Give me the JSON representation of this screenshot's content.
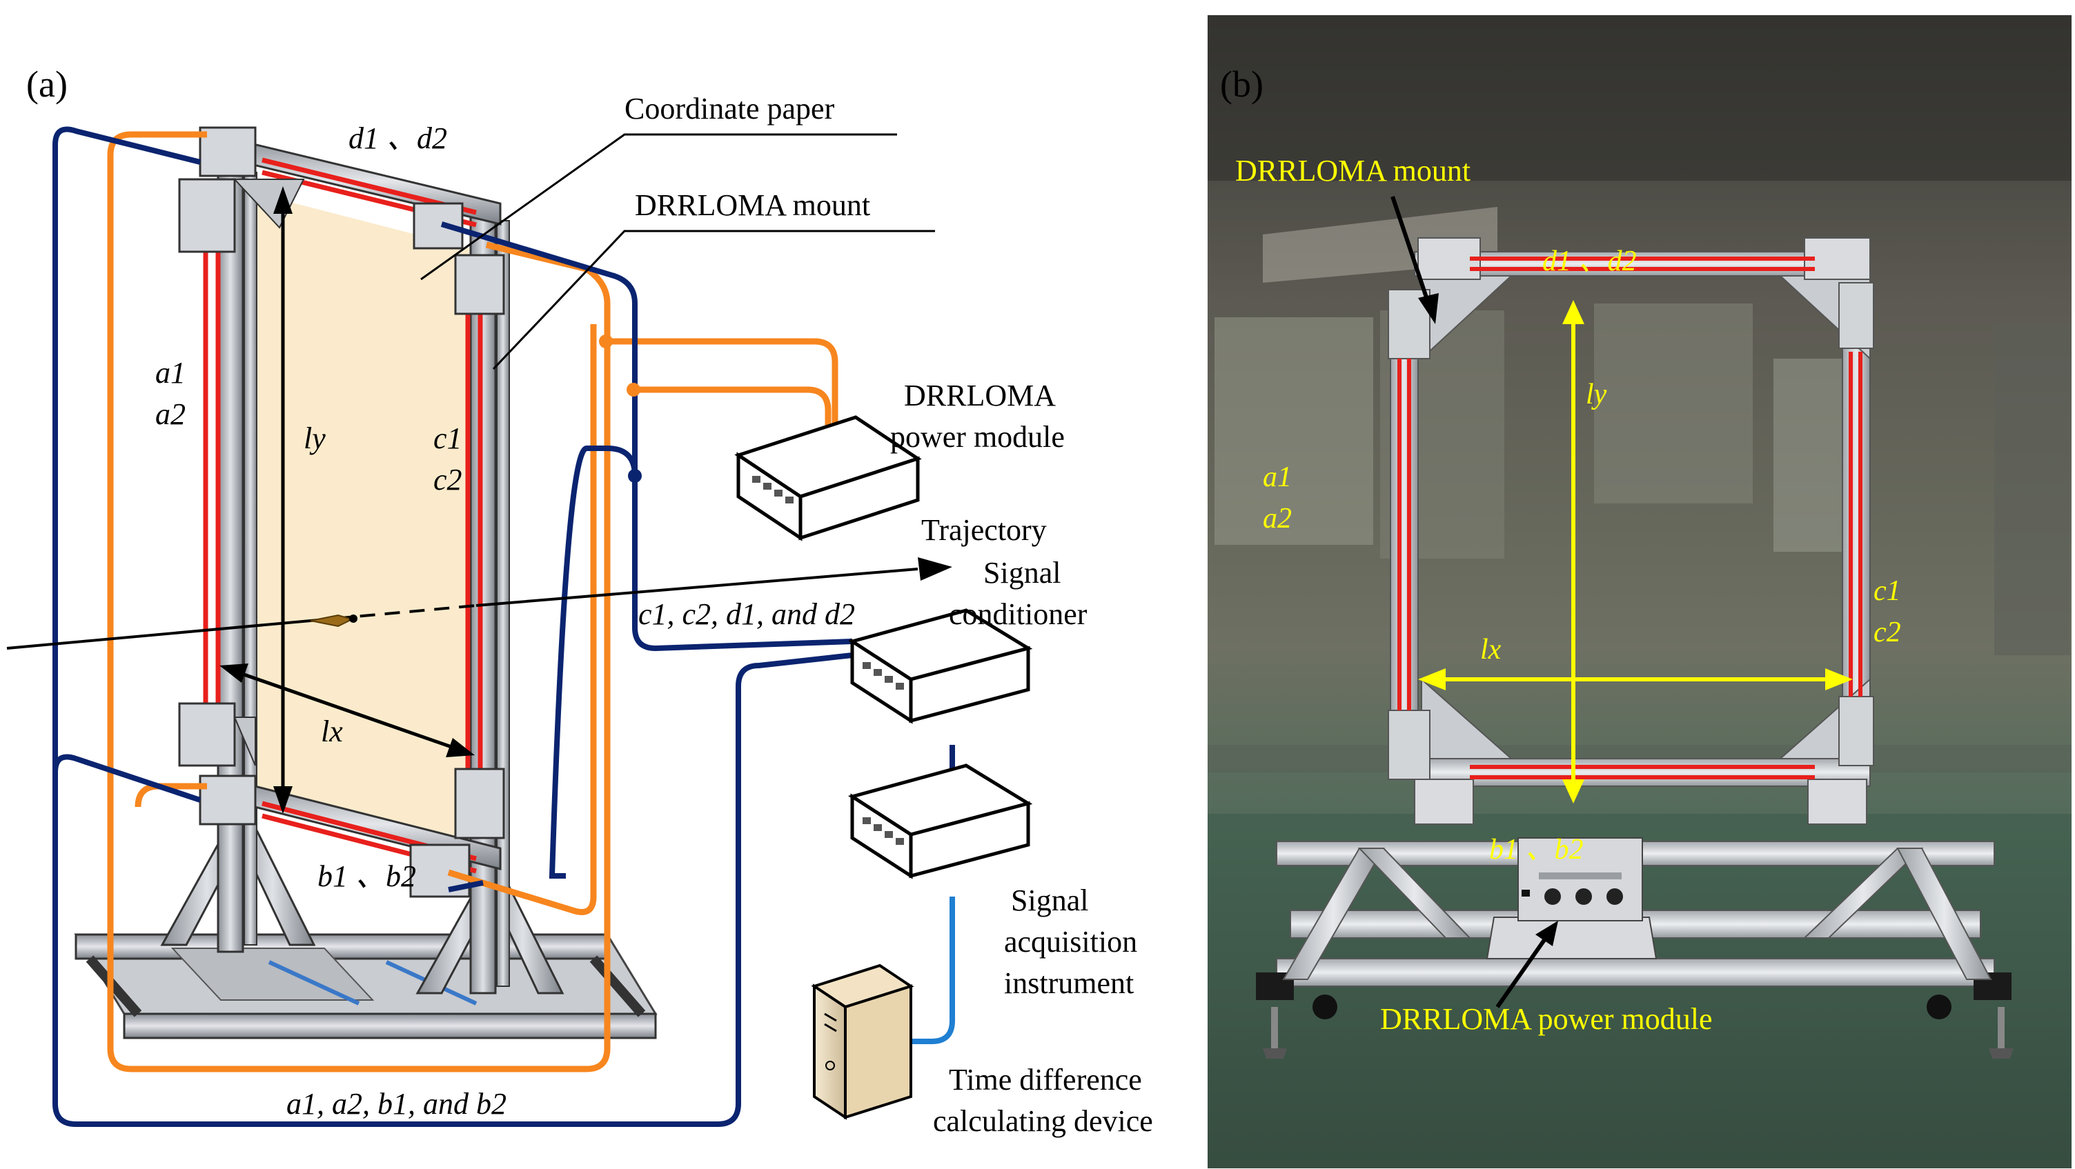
{
  "panel_a": {
    "panel_label": "(a)",
    "labels": {
      "coordinate_paper": "Coordinate paper",
      "mount": "DRRLOMA mount",
      "power_module_line1": "DRRLOMA",
      "power_module_line2": "power module",
      "trajectory": "Trajectory",
      "signal_conditioner_line1": "Signal",
      "signal_conditioner_line2": "conditioner",
      "acquisition_line1": "Signal",
      "acquisition_line2": "acquisition",
      "acquisition_line3": "instrument",
      "time_diff_line1": "Time difference",
      "time_diff_line2": "calculating device"
    },
    "sensor_labels": {
      "d_pair": "d1 、d2",
      "a_top": "a1",
      "a_bottom": "a2",
      "c_top": "c1",
      "c_bottom": "c2",
      "b_pair": "b1 、b2",
      "ly": "ly",
      "lx": "lx",
      "cd_cable": "c1, c2, d1, and d2",
      "ab_cable": "a1, a2, b1, and b2"
    }
  },
  "panel_b": {
    "panel_label": "(b)",
    "labels": {
      "mount": "DRRLOMA mount",
      "power_module": "DRRLOMA power module"
    },
    "sensor_labels": {
      "d_pair": "d1 、d2",
      "ly": "ly",
      "a_top": "a1",
      "a_bottom": "a2",
      "c_top": "c1",
      "c_bottom": "c2",
      "lx": "lx",
      "b_pair": "b1 、b2"
    }
  },
  "colors": {
    "orange_cable": "#f7861e",
    "navy_cable": "#0b2470",
    "light_blue_cable": "#1f7fd2",
    "laser_red": "#e8201c",
    "paper": "#fbebcc",
    "annotation_yellow": "#ffff00"
  }
}
